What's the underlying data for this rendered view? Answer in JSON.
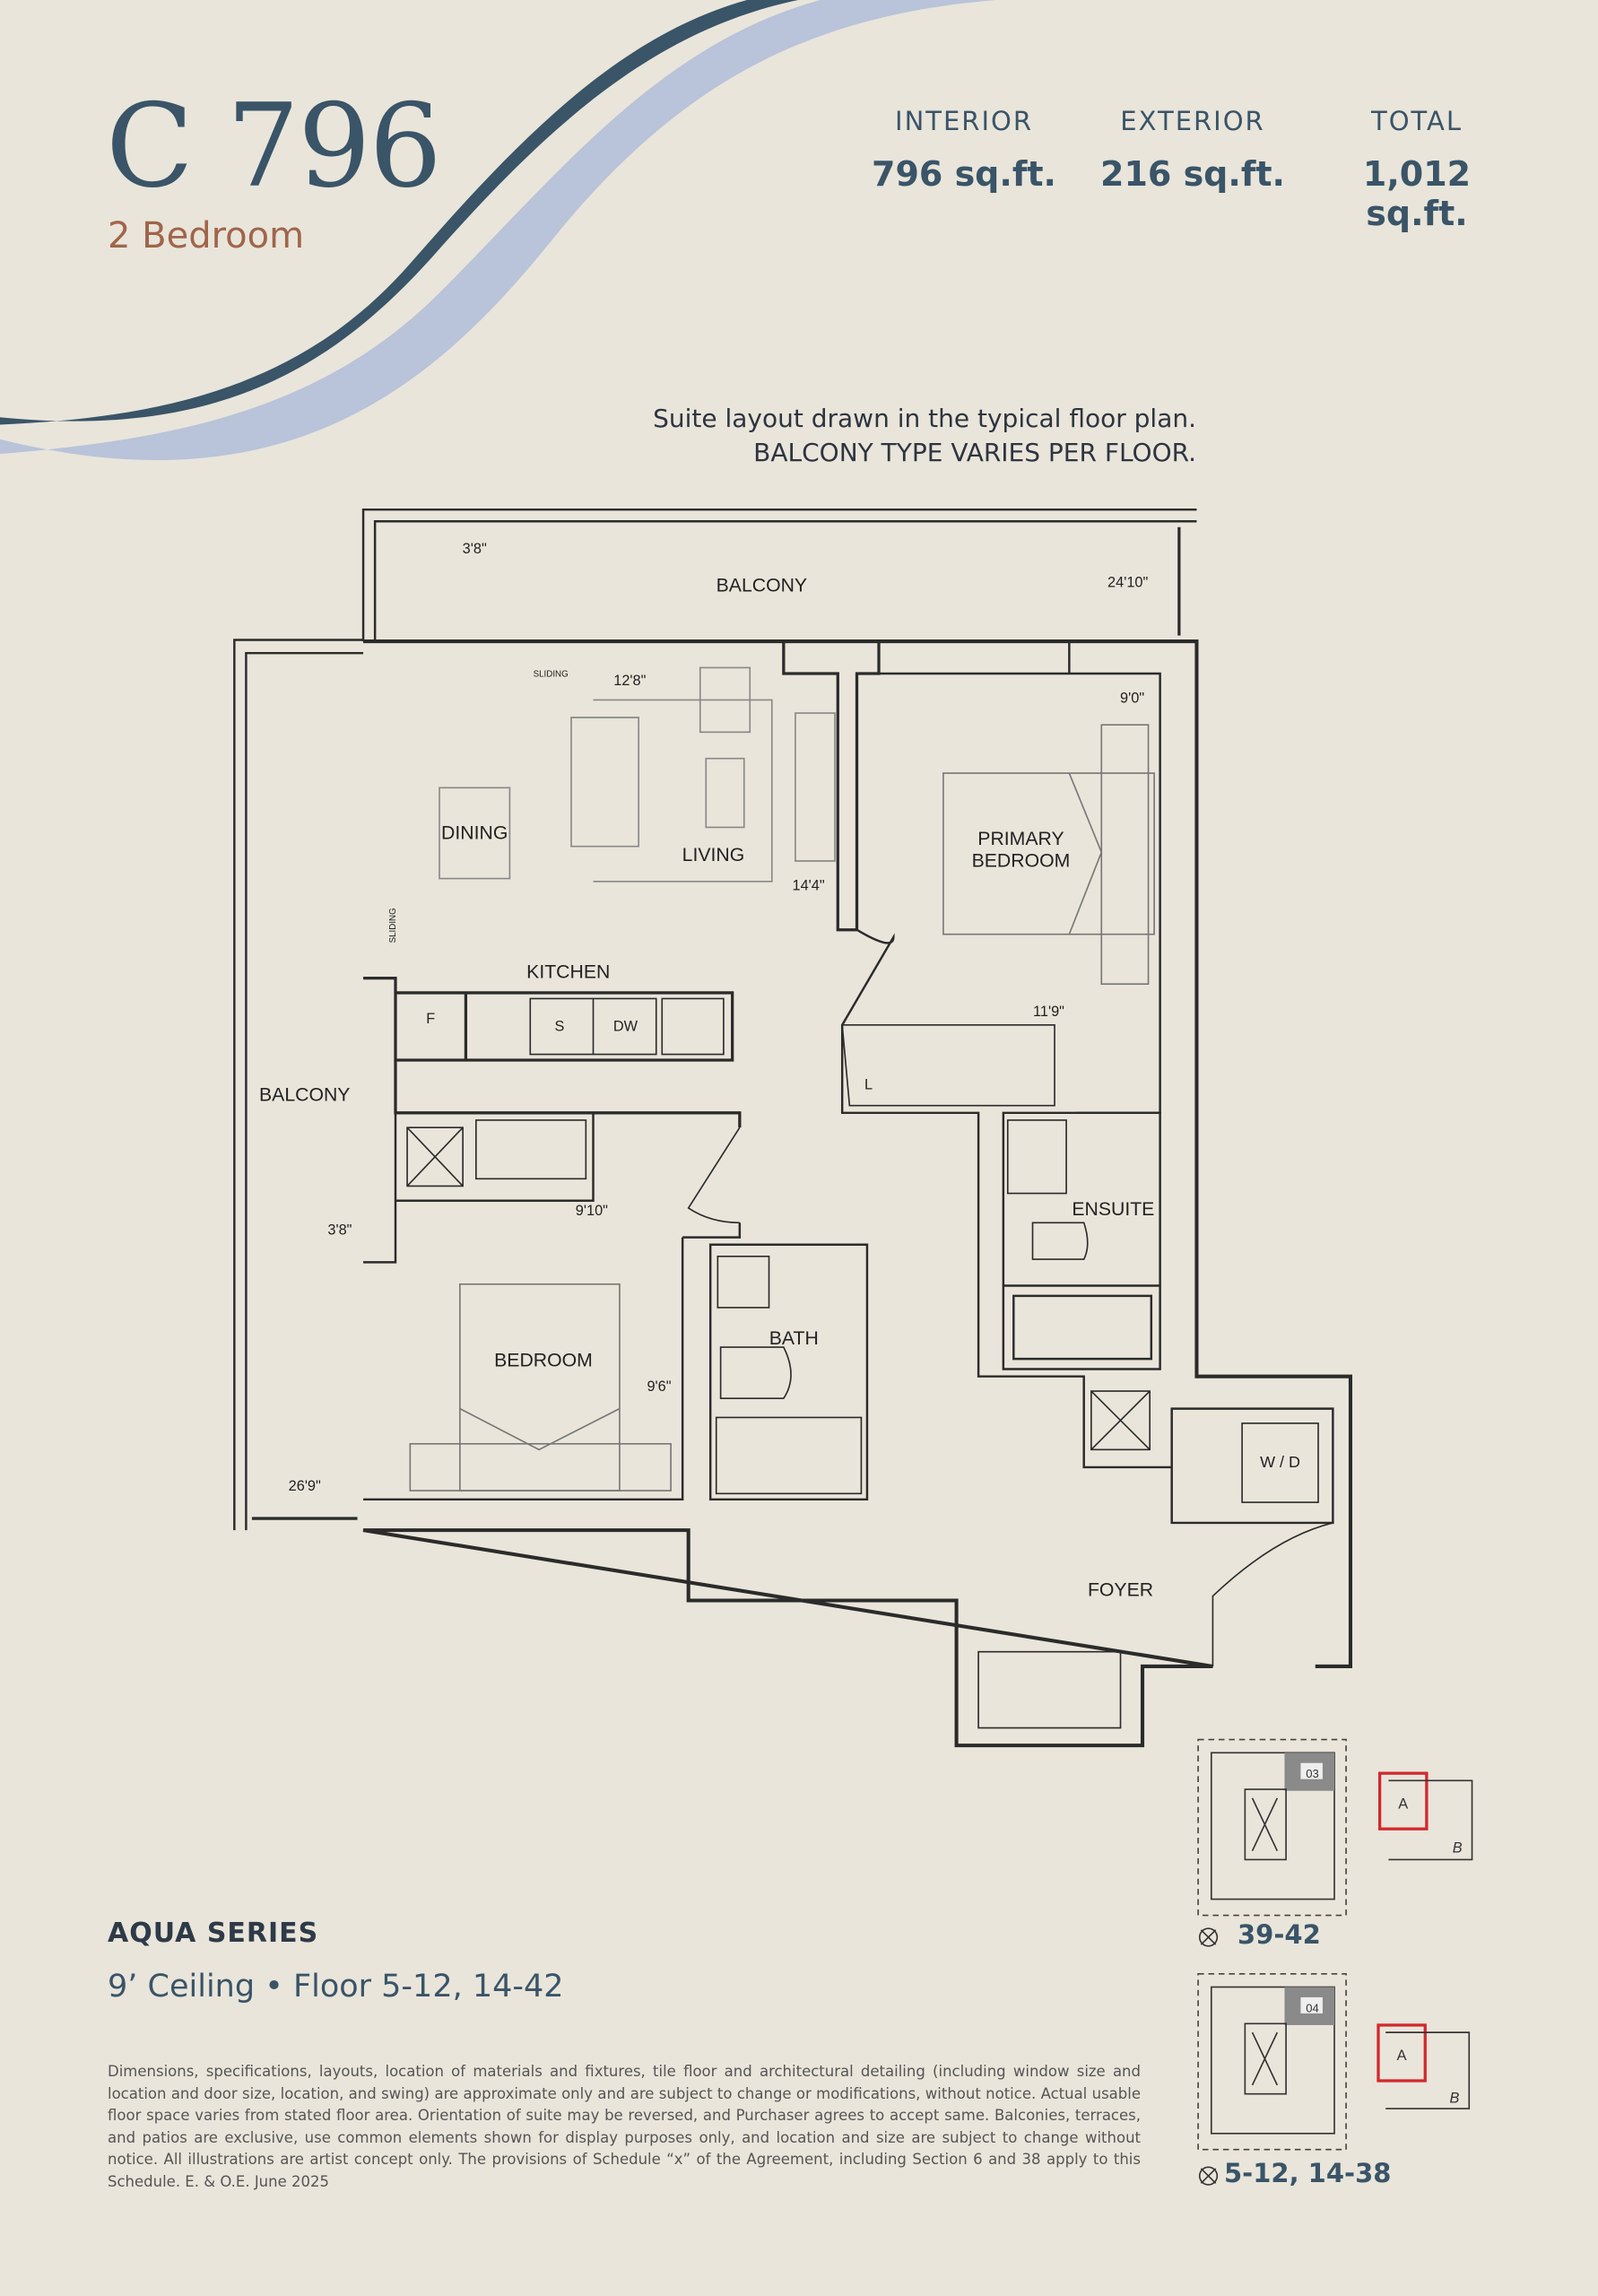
{
  "header": {
    "suite_name": "C 796",
    "bedrooms": "2 Bedroom",
    "areas": [
      {
        "label": "INTERIOR",
        "value": "796 sq.ft."
      },
      {
        "label": "EXTERIOR",
        "value": "216 sq.ft."
      },
      {
        "label": "TOTAL",
        "value": "1,012 sq.ft."
      }
    ]
  },
  "note": {
    "line1": "Suite layout drawn in the typical floor plan.",
    "line2": "BALCONY TYPE VARIES PER FLOOR."
  },
  "rooms": {
    "balcony_top": "BALCONY",
    "balcony_left": "BALCONY",
    "dining": "DINING",
    "living": "LIVING",
    "kitchen": "KITCHEN",
    "primary_bedroom_1": "PRIMARY",
    "primary_bedroom_2": "BEDROOM",
    "ensuite": "ENSUITE",
    "bedroom": "BEDROOM",
    "bath": "BATH",
    "foyer": "FOYER",
    "wd": "W / D",
    "fridge": "F",
    "stove": "S",
    "dishwasher": "DW",
    "linen": "L",
    "sliding_1": "SLIDING",
    "sliding_2": "SLIDING"
  },
  "dimensions": {
    "balcony_top_depth": "3'8\"",
    "balcony_top_length": "24'10\"",
    "living_width": "12'8\"",
    "living_depth": "14'4\"",
    "primary_width": "9'0\"",
    "primary_depth": "11'9\"",
    "bedroom_depth": "9'10\"",
    "bedroom_width": "9'6\"",
    "balcony_left_depth": "3'8\"",
    "balcony_left_length": "26'9\""
  },
  "footer": {
    "series": "AQUA SERIES",
    "ceiling": "9’ Ceiling • Floor 5-12, 14-42",
    "disclaimer": "Dimensions, specifications, layouts, location of materials and fixtures, tile floor and architectural detailing (including window size and location and door size, location, and swing) are approximate only and are subject to change or modifications, without notice. Actual usable floor space varies from stated floor area. Orientation of suite may be reversed, and Purchaser agrees to accept same. Balconies, terraces, and patios are exclusive, use common elements shown for display purposes only, and location and size are subject to change without notice. All illustrations are artist concept only. The provisions of Schedule “x” of the Agreement, including Section 6 and 38 apply to this Schedule. E. & O.E. June 2025"
  },
  "key_plans": [
    {
      "unit": "03",
      "floors": "39-42",
      "tower_a": "A",
      "tower_b": "B"
    },
    {
      "unit": "04",
      "floors": "5-12, 14-38",
      "tower_a": "A",
      "tower_b": "B"
    }
  ],
  "colors": {
    "background": "#e9e5da",
    "navy": "#3a5468",
    "light_blue": "#b9c3d9",
    "accent_brown": "#a0654a",
    "highlight_red": "#d3272e"
  }
}
